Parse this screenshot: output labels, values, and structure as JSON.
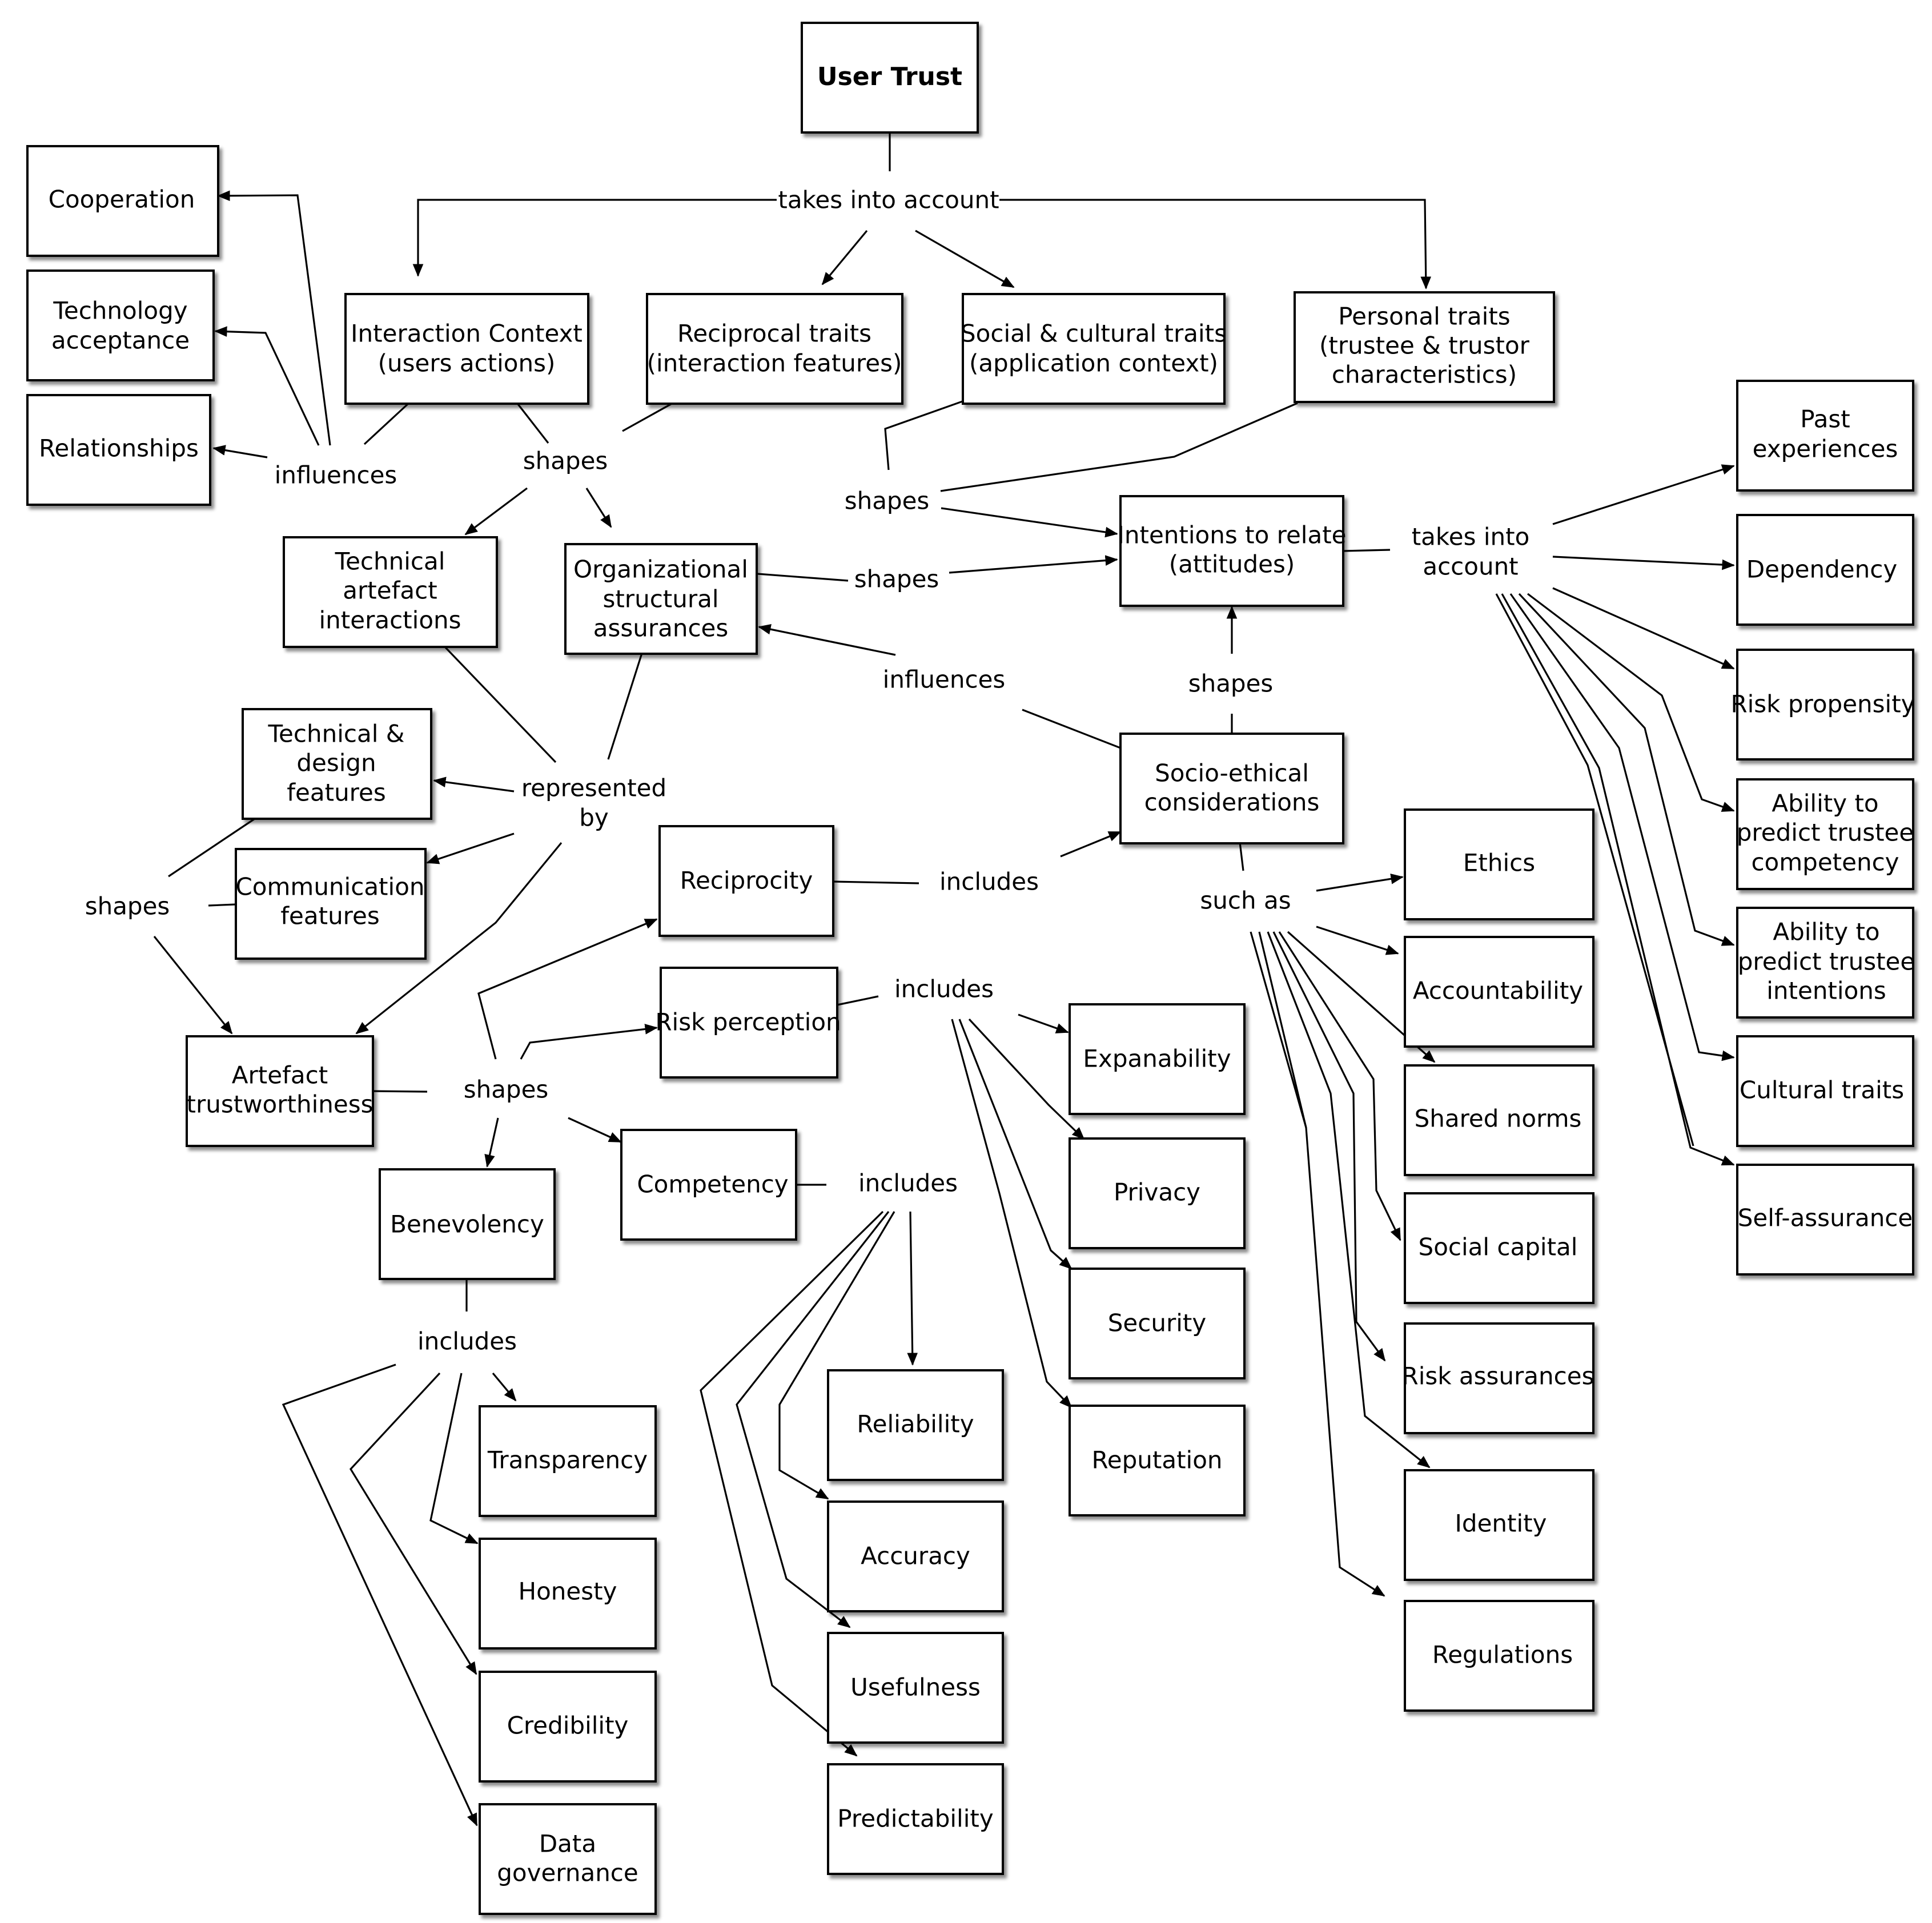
{
  "nodes": {
    "user_trust": "User Trust",
    "cooperation": "Cooperation",
    "technology_acceptance": [
      "Technology",
      "acceptance"
    ],
    "relationships": "Relationships",
    "interaction_context": [
      "Interaction Context",
      "(users actions)"
    ],
    "reciprocal_traits": [
      "Reciprocal traits",
      "(interaction features)"
    ],
    "social_cultural_traits": [
      "Social & cultural traits",
      "(application context)"
    ],
    "personal_traits": [
      "Personal traits",
      "(trustee & trustor",
      "characteristics)"
    ],
    "past_experiences": [
      "Past",
      "experiences"
    ],
    "dependency": "Dependency",
    "risk_propensity": "Risk propensity",
    "ability_competency": [
      "Ability to",
      "predict trustee",
      "competency"
    ],
    "ability_intentions": [
      "Ability to",
      "predict trustee",
      "intentions"
    ],
    "cultural_traits": "Cultural traits",
    "self_assurance": "Self-assurance",
    "technical_artefact_interactions": [
      "Technical",
      "artefact",
      "interactions"
    ],
    "organizational_assurances": [
      "Organizational",
      "structural",
      "assurances"
    ],
    "intentions_to_relate": [
      "Intentions to relate",
      "(attitudes)"
    ],
    "technical_design_features": [
      "Technical &",
      "design",
      "features"
    ],
    "communication_features": [
      "Communication",
      "features"
    ],
    "socio_ethical": [
      "Socio-ethical",
      "considerations"
    ],
    "reciprocity": "Reciprocity",
    "risk_perception": "Risk perception",
    "artefact_trustworthiness": [
      "Artefact",
      "trustworthiness"
    ],
    "benevolency": "Benevolency",
    "competency": "Competency",
    "ethics": "Ethics",
    "accountability": "Accountability",
    "shared_norms": "Shared norms",
    "social_capital": "Social capital",
    "risk_assurances": "Risk assurances",
    "identity": "Identity",
    "regulations": "Regulations",
    "expanability": "Expanability",
    "privacy": "Privacy",
    "security": "Security",
    "reputation": "Reputation",
    "transparency": "Transparency",
    "honesty": "Honesty",
    "credibility": "Credibility",
    "data_governance": [
      "Data",
      "governance"
    ],
    "reliability": "Reliability",
    "accuracy": "Accuracy",
    "usefulness": "Usefulness",
    "predictability": "Predictability"
  },
  "links": {
    "takes_into_account_top": "takes into account",
    "influences_left": "influences",
    "shapes_center": "shapes",
    "shapes_social": "shapes",
    "shapes_org": "shapes",
    "takes_into_account_right": [
      "takes into",
      "account"
    ],
    "influences_mid": "influences",
    "shapes_socio": "shapes",
    "represented_by": [
      "represented",
      "by"
    ],
    "shapes_left": "shapes",
    "includes_reciprocity": "includes",
    "such_as": "such as",
    "includes_risk": "includes",
    "shapes_artefact": "shapes",
    "includes_competency": "includes",
    "includes_benevolency": "includes"
  }
}
